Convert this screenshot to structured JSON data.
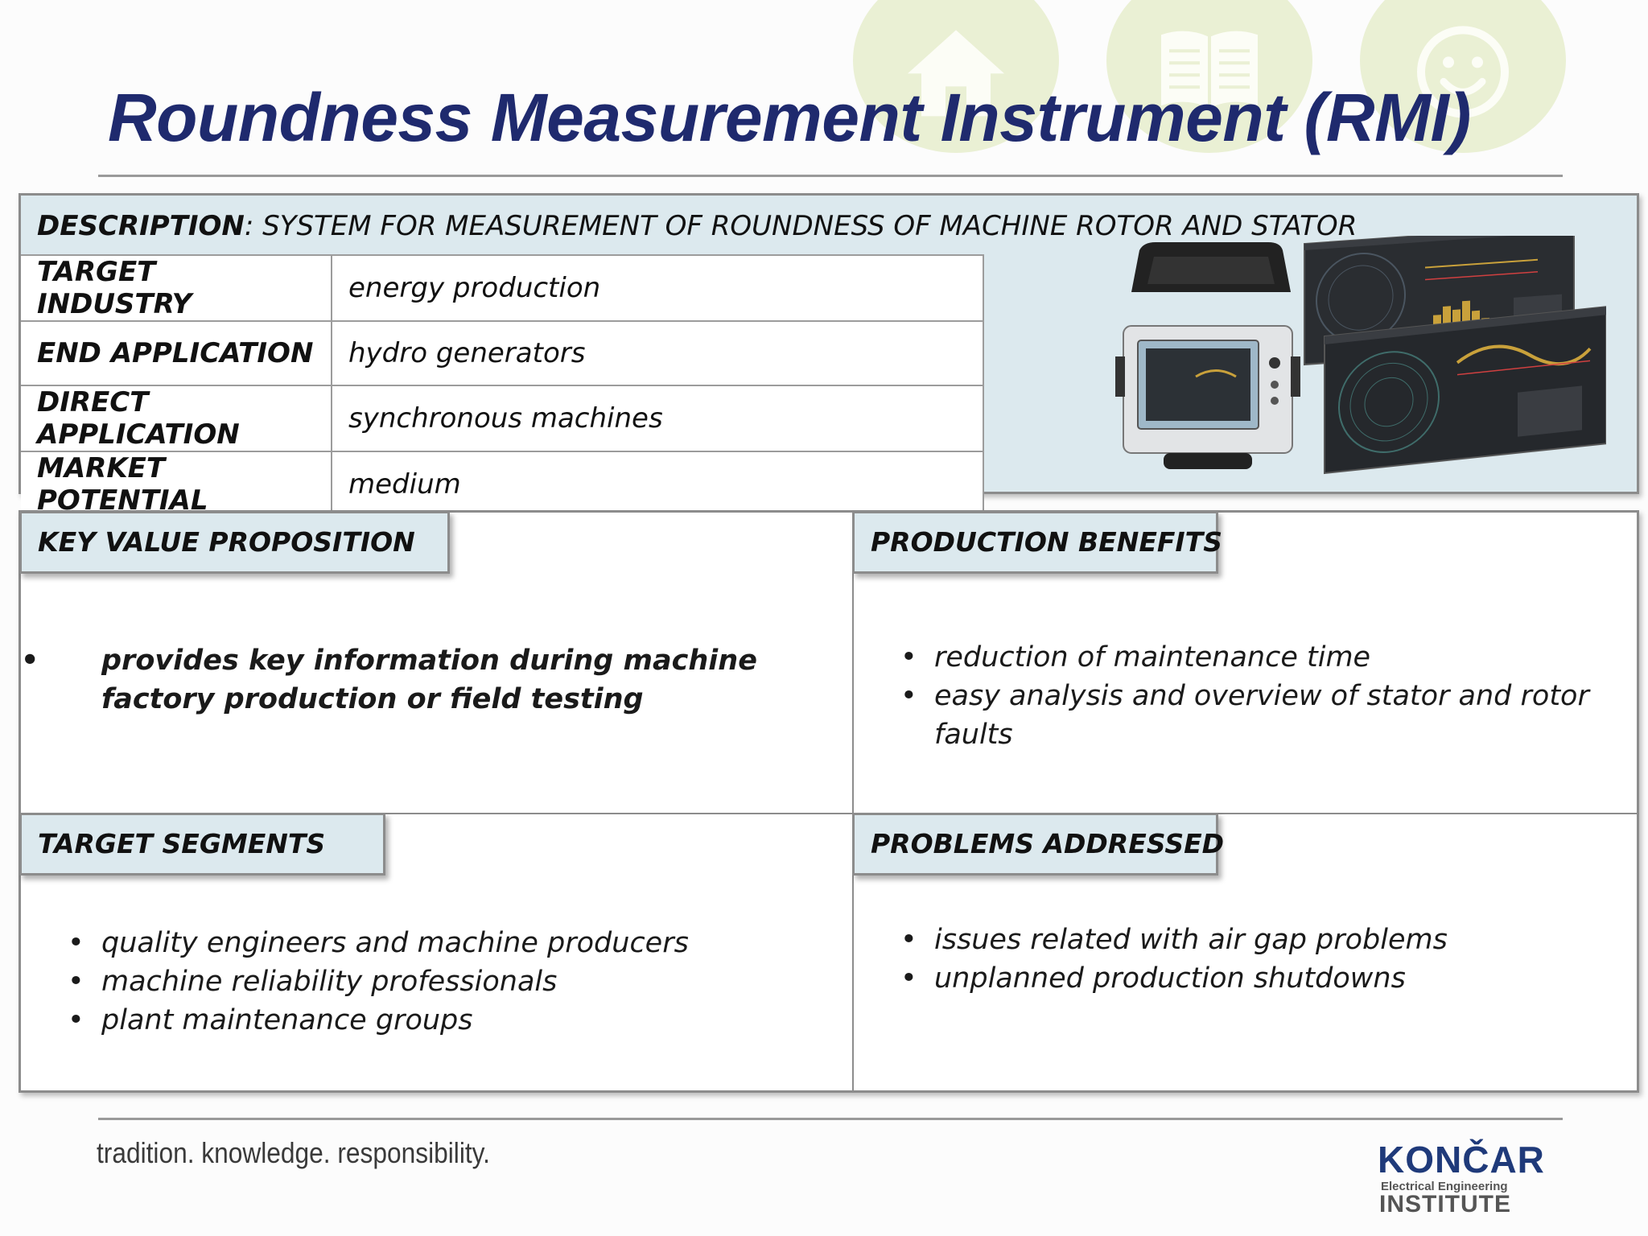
{
  "slide": {
    "title": "Roundness Measurement Instrument (RMI)",
    "colors": {
      "title": "#1f2a6e",
      "header_fill": "#dce9ee",
      "deco_circles": "#eaf0d4"
    },
    "deco_icons": [
      "home-icon",
      "book-icon",
      "smiley-icon"
    ]
  },
  "description": {
    "label": "DESCRIPTION",
    "text": ": SYSTEM FOR MEASUREMENT OF ROUNDNESS OF MACHINE ROTOR AND STATOR"
  },
  "info_rows": [
    {
      "label": "TARGET INDUSTRY",
      "value": "energy production"
    },
    {
      "label": "END APPLICATION",
      "value": "hydro generators"
    },
    {
      "label": "DIRECT APPLICATION",
      "value": "synchronous machines"
    },
    {
      "label": "MARKET POTENTIAL",
      "value": "medium"
    }
  ],
  "sections": {
    "key_value": {
      "title": "KEY VALUE PROPOSITION",
      "items": [
        "provides key information during machine factory production or field testing"
      ]
    },
    "production_benefits": {
      "title": "PRODUCTION BENEFITS",
      "items": [
        "reduction of maintenance time",
        "easy analysis and overview of stator and rotor faults"
      ]
    },
    "target_segments": {
      "title": "TARGET SEGMENTS",
      "items": [
        "quality engineers and machine producers",
        "machine reliability professionals",
        "plant maintenance groups"
      ]
    },
    "problems_addressed": {
      "title": "PROBLEMS ADDRESSED",
      "items": [
        "issues related with air gap problems",
        "unplanned production shutdowns"
      ]
    }
  },
  "footer": {
    "tagline": "tradition. knowledge. responsibility.",
    "logo": {
      "name": "KONČAR",
      "sub": "Electrical Engineering",
      "institute": "INSTITUTE"
    }
  }
}
